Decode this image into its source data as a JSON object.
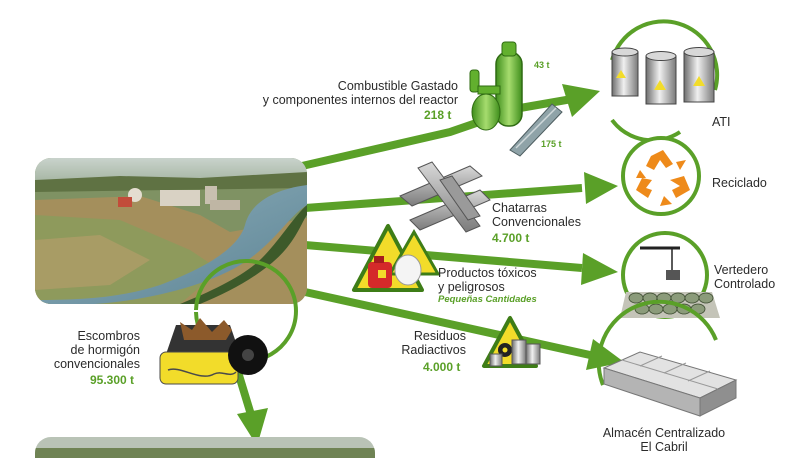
{
  "colors": {
    "green": "#5aa028",
    "dark_green": "#3e7d17",
    "yellow": "#f2dc2a",
    "orange": "#ee8a1a",
    "text": "#2b2b2b"
  },
  "flows": {
    "fuel": {
      "label_line1": "Combustible Gastado",
      "label_line2": "y componentes internos del reactor",
      "qty": "218 t",
      "qty_top": "43 t",
      "qty_bottom": "175 t",
      "icon": "reactor-components-icon"
    },
    "scrap": {
      "label_line1": "Chatarras",
      "label_line2": "Convencionales",
      "qty": "4.700 t",
      "icon": "steel-beams-icon"
    },
    "toxic": {
      "label_line1": "Productos tóxicos",
      "label_line2": "y peligrosos",
      "sub": "Pequeñas Cantidades",
      "icon": "hazardous-products-icon"
    },
    "radioactive": {
      "label_line1": "Residuos",
      "label_line2": "Radiactivos",
      "qty": "4.000 t",
      "icon": "radioactive-drums-icon"
    },
    "concrete": {
      "label_line1": "Escombros",
      "label_line2": "de hormigón",
      "label_line3": "convencionales",
      "qty": "95.300 t",
      "icon": "crusher-icon"
    }
  },
  "destinations": {
    "ati": {
      "label": "ATI",
      "icon": "radioactive-casks-icon"
    },
    "recycling": {
      "label": "Reciclado",
      "icon": "recycle-icon"
    },
    "landfill": {
      "label_line1": "Vertedero",
      "label_line2": "Controlado",
      "icon": "landfill-crane-icon"
    },
    "cabril": {
      "label_line1": "Almacén Centralizado",
      "label_line2": "El Cabril",
      "icon": "storage-modules-icon"
    }
  }
}
